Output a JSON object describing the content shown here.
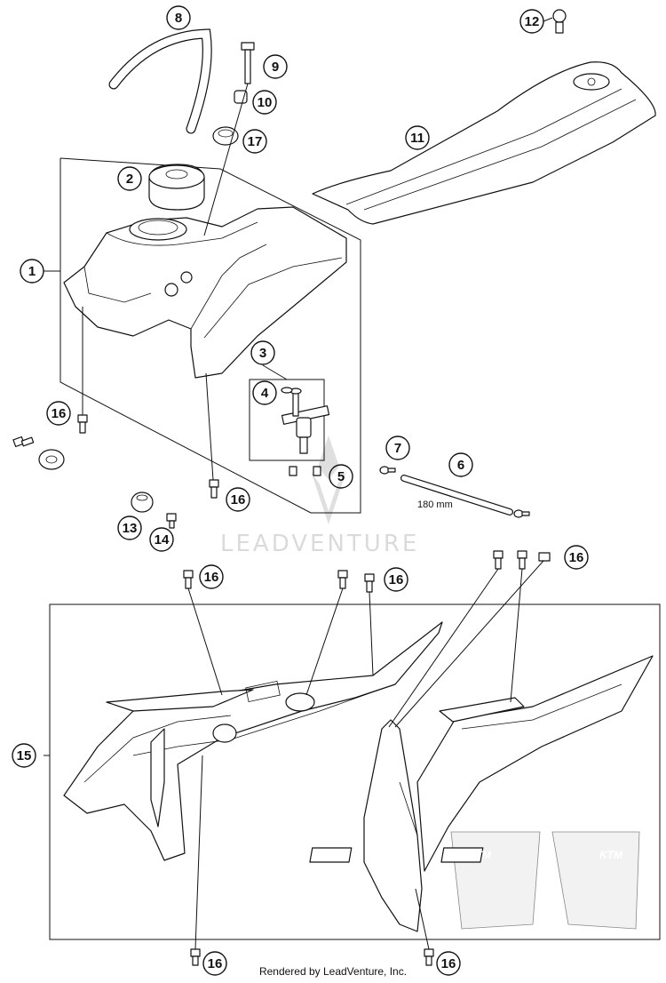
{
  "diagram": {
    "callouts": [
      {
        "id": "c1",
        "label": "1"
      },
      {
        "id": "c2",
        "label": "2"
      },
      {
        "id": "c3",
        "label": "3"
      },
      {
        "id": "c4",
        "label": "4"
      },
      {
        "id": "c5",
        "label": "5"
      },
      {
        "id": "c6",
        "label": "6"
      },
      {
        "id": "c7",
        "label": "7"
      },
      {
        "id": "c8",
        "label": "8"
      },
      {
        "id": "c9",
        "label": "9"
      },
      {
        "id": "c10",
        "label": "10"
      },
      {
        "id": "c11",
        "label": "11"
      },
      {
        "id": "c12",
        "label": "12"
      },
      {
        "id": "c13",
        "label": "13"
      },
      {
        "id": "c14",
        "label": "14"
      },
      {
        "id": "c15",
        "label": "15"
      },
      {
        "id": "c16a",
        "label": "16"
      },
      {
        "id": "c16b",
        "label": "16"
      },
      {
        "id": "c16c",
        "label": "16"
      },
      {
        "id": "c16d",
        "label": "16"
      },
      {
        "id": "c16e",
        "label": "16"
      },
      {
        "id": "c16f",
        "label": "16"
      },
      {
        "id": "c16g",
        "label": "16"
      },
      {
        "id": "c16h",
        "label": "16"
      },
      {
        "id": "c17",
        "label": "17"
      }
    ],
    "hose_length": "180 mm",
    "decal_text": "KTM",
    "watermark": "LEADVENTURE",
    "footer": "Rendered by LeadVenture, Inc."
  }
}
